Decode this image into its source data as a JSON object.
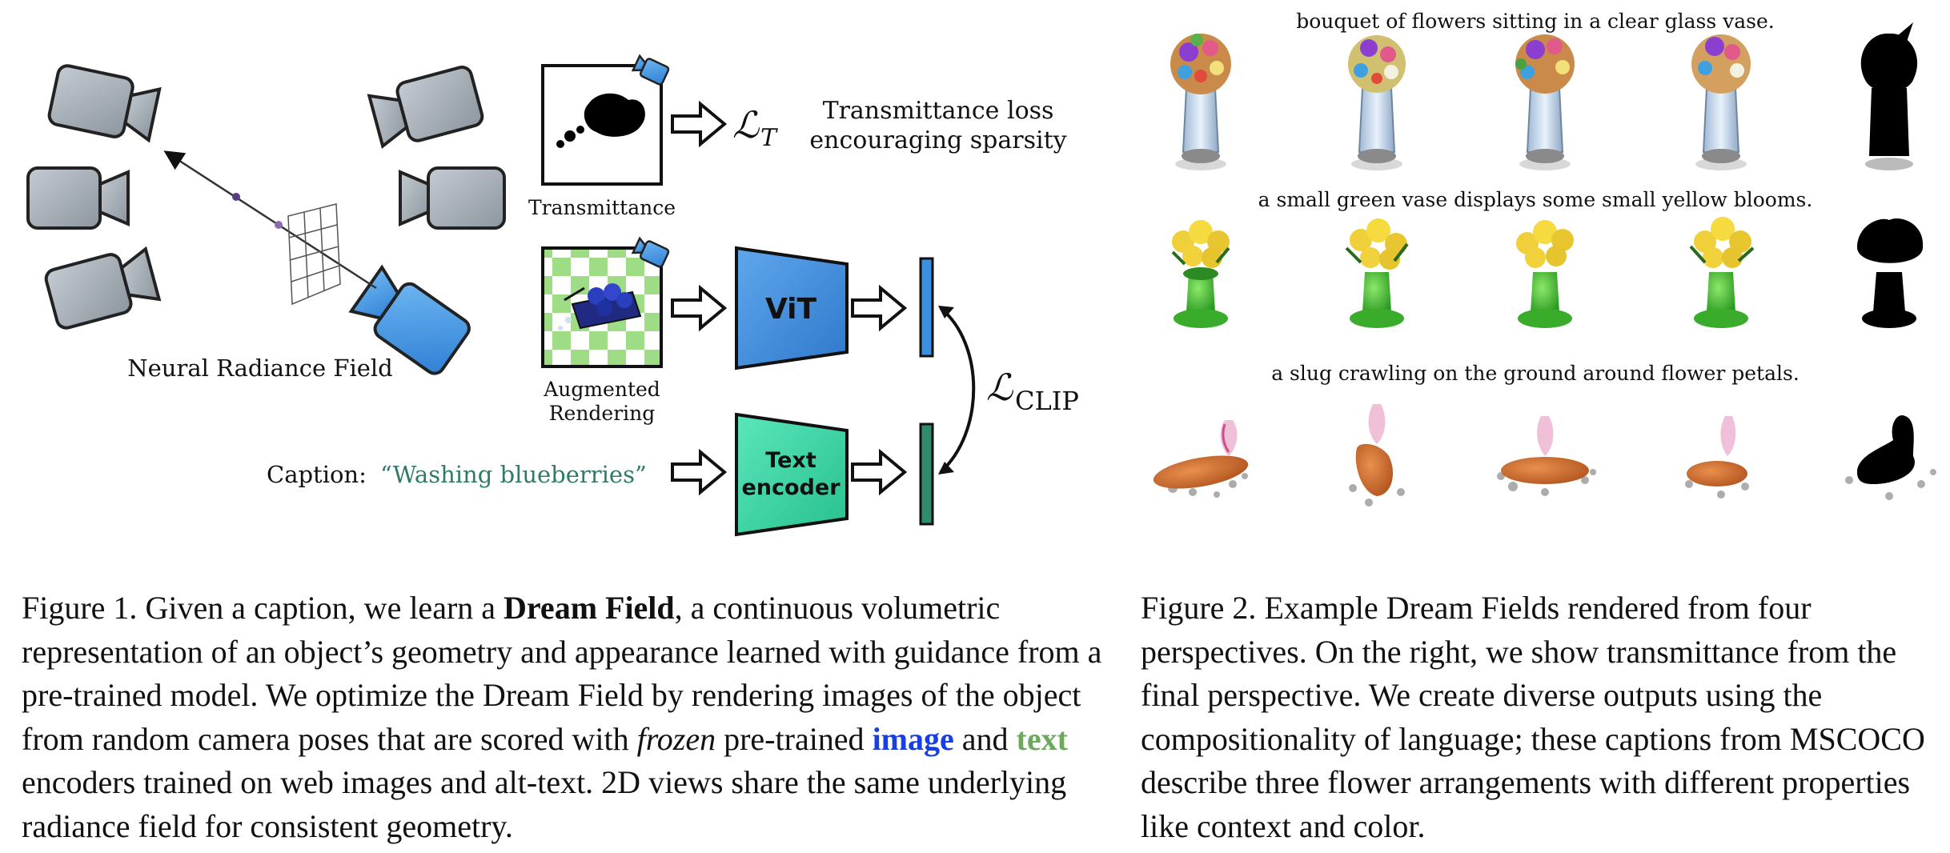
{
  "figure1": {
    "nerf_label": "Neural Radiance Field",
    "transmittance_label": "Transmittance",
    "loss_t_main": "ℒ",
    "loss_t_sub": "T",
    "loss_t_desc_line1": "Transmittance loss",
    "loss_t_desc_line2": "encouraging sparsity",
    "augmented_line1": "Augmented",
    "augmented_line2": "Rendering",
    "vit_label": "ViT",
    "text_encoder_line1": "Text",
    "text_encoder_line2": "encoder",
    "clip_main": "ℒ",
    "clip_sub": "CLIP",
    "caption_prefix": "Caption:",
    "caption_text": "“Washing blueberries”",
    "colors": {
      "vit_blue": "#3d8fe0",
      "text_encoder_green": "#3fd9a8",
      "caption_green": "#2f7a6a",
      "camera_blue": "#4a9fe8",
      "camera_gray": "#9aa3ad"
    }
  },
  "figure2": {
    "row_captions": [
      "bouquet of flowers sitting in a clear glass vase.",
      "a small green vase displays some small yellow blooms.",
      "a slug crawling on the ground around flower petals."
    ],
    "views_per_row": 5
  },
  "captions": {
    "fig1": {
      "label": "Figure 1.",
      "p1": " Given a caption, we learn a ",
      "bold1": "Dream Field",
      "p2": ", a continuous volumetric representation of an object’s geometry and appearance learned with guidance from a pre-trained model. We optimize the Dream Field by rendering images of the object from random camera poses that are scored with ",
      "italic1": "frozen",
      "p3": " pre-trained ",
      "image_word": "image",
      "p4": " and ",
      "text_word": "text",
      "p5": " encoders trained on web images and alt-text.  2D views share the same underlying radiance field for consistent geometry."
    },
    "fig2": {
      "label": "Figure 2.",
      "body": "  Example Dream Fields rendered from four perspectives. On the right, we show transmittance from the final perspective.  We create diverse outputs using the compositionality of language; these captions from MSCOCO describe three flower arrangements with different properties like context and color."
    }
  }
}
